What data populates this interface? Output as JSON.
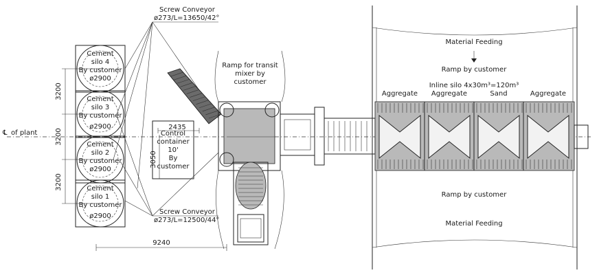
{
  "labels": {
    "screw_top_title": "Screw Conveyor",
    "screw_top_spec": "ø273/L=13650/42°",
    "screw_bottom_title": "Screw Conveyor",
    "screw_bottom_spec": "ø273/L=12500/44°",
    "ramp_transit": [
      "Ramp for transit",
      "mixer by",
      "customer"
    ],
    "centerline": "of plant",
    "material_feeding_top": "Material Feeding",
    "material_feeding_bottom": "Material Feeding",
    "ramp_customer_top": "Ramp by customer",
    "ramp_customer_bottom": "Ramp by customer",
    "inline_silo": "Inline silo 4x30m³=120m³",
    "bins": [
      "Aggregate",
      "Aggregate",
      "Sand",
      "Aggregate"
    ],
    "control_container": [
      "Control",
      "container",
      "10'",
      "By",
      "customer"
    ]
  },
  "silos": [
    {
      "lines": [
        "Cement",
        "silo 4",
        "By customer",
        "ø2900"
      ]
    },
    {
      "lines": [
        "Cement",
        "silo 3",
        "By customer",
        "ø2900"
      ]
    },
    {
      "lines": [
        "Cement",
        "silo 2",
        "By customer",
        "ø2900"
      ]
    },
    {
      "lines": [
        "Cement",
        "silo 1",
        "By customer",
        "ø2900"
      ]
    }
  ],
  "dimensions": {
    "silo_spacing": [
      "3200",
      "3200",
      "3200"
    ],
    "width_2435": "2435",
    "height_3050": "3050",
    "length_9240": "9240"
  }
}
